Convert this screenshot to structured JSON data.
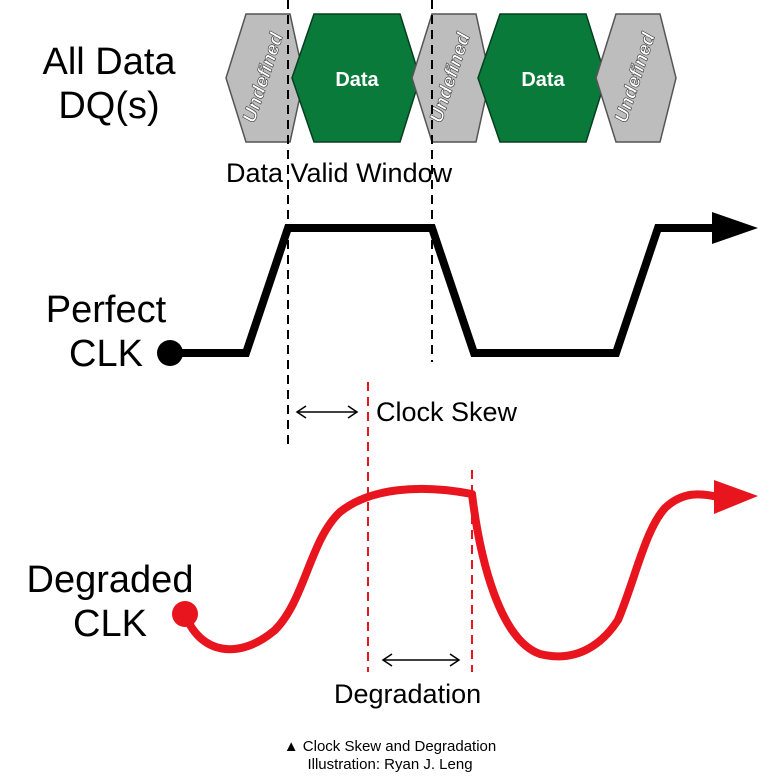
{
  "labels": {
    "data_row": [
      "All Data",
      "DQ(s)"
    ],
    "perfect": [
      "Perfect",
      "CLK"
    ],
    "degraded": [
      "Degraded",
      "CLK"
    ]
  },
  "annotations": {
    "data_valid_window": "Data Valid Window",
    "clock_skew": "Clock Skew",
    "degradation": "Degradation"
  },
  "cells": [
    {
      "text": "Undefined",
      "kind": "undefined"
    },
    {
      "text": "Data",
      "kind": "data"
    },
    {
      "text": "Undefined",
      "kind": "undefined"
    },
    {
      "text": "Data",
      "kind": "data"
    },
    {
      "text": "Undefined",
      "kind": "undefined"
    }
  ],
  "caption": {
    "line1": "▲ Clock Skew and Degradation",
    "line2": "Illustration: Ryan J. Leng"
  },
  "colors": {
    "data_fill": "#0a7a3a",
    "undefined_fill": "#bdbdbd",
    "perfect_clock": "#000000",
    "degraded_clock": "#e8141e"
  }
}
